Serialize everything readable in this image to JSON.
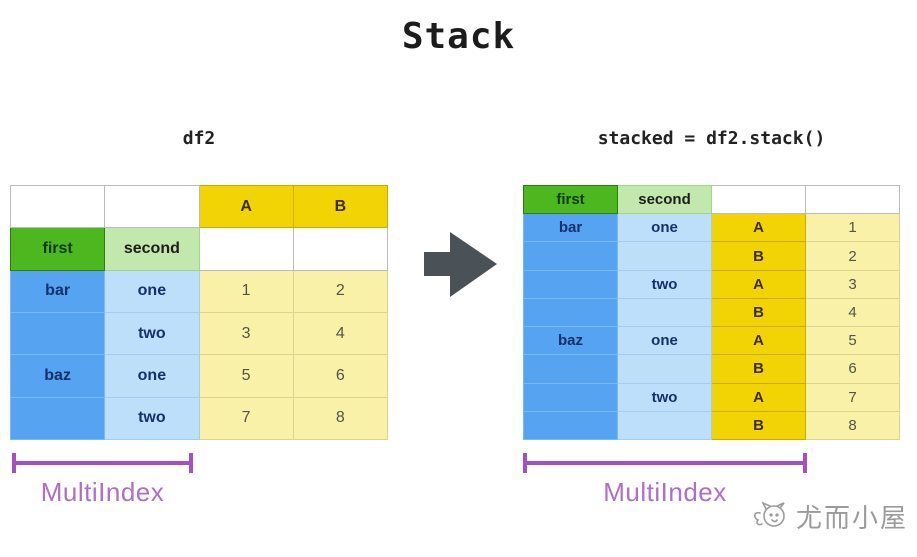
{
  "title": "Stack",
  "left_panel": {
    "label": "df2",
    "table": {
      "column_headers": [
        "A",
        "B"
      ],
      "index_names": [
        "first",
        "second"
      ],
      "body": [
        [
          "bar",
          "one",
          "1",
          "2"
        ],
        [
          "",
          "two",
          "3",
          "4"
        ],
        [
          "baz",
          "one",
          "5",
          "6"
        ],
        [
          "",
          "two",
          "7",
          "8"
        ]
      ]
    },
    "bracket_label": "MultiIndex"
  },
  "right_panel": {
    "label": "stacked = df2.stack()",
    "table": {
      "index_names": [
        "first",
        "second"
      ],
      "body": [
        [
          "bar",
          "one",
          "A",
          "1"
        ],
        [
          "",
          "",
          "B",
          "2"
        ],
        [
          "",
          "two",
          "A",
          "3"
        ],
        [
          "",
          "",
          "B",
          "4"
        ],
        [
          "baz",
          "one",
          "A",
          "5"
        ],
        [
          "",
          "",
          "B",
          "6"
        ],
        [
          "",
          "two",
          "A",
          "7"
        ],
        [
          "",
          "",
          "B",
          "8"
        ]
      ]
    },
    "bracket_label": "MultiIndex"
  },
  "watermark": {
    "text": "尤而小屋"
  },
  "icons": {
    "arrow": "arrow-right-icon",
    "watermark_logo": "doodle-face-icon"
  },
  "colors": {
    "header_gold": "#f2d303",
    "value_light_yellow": "#f9f1a8",
    "index_green": "#4cb71e",
    "index_light_green": "#c2e8ae",
    "index_blue": "#55a3f1",
    "index_light_blue": "#bedffa",
    "bracket_purple": "#a44fc4",
    "bracket_label_purple": "#ae6fca",
    "arrow_gray": "#4a5157",
    "watermark_gray": "#9b9b9b"
  }
}
